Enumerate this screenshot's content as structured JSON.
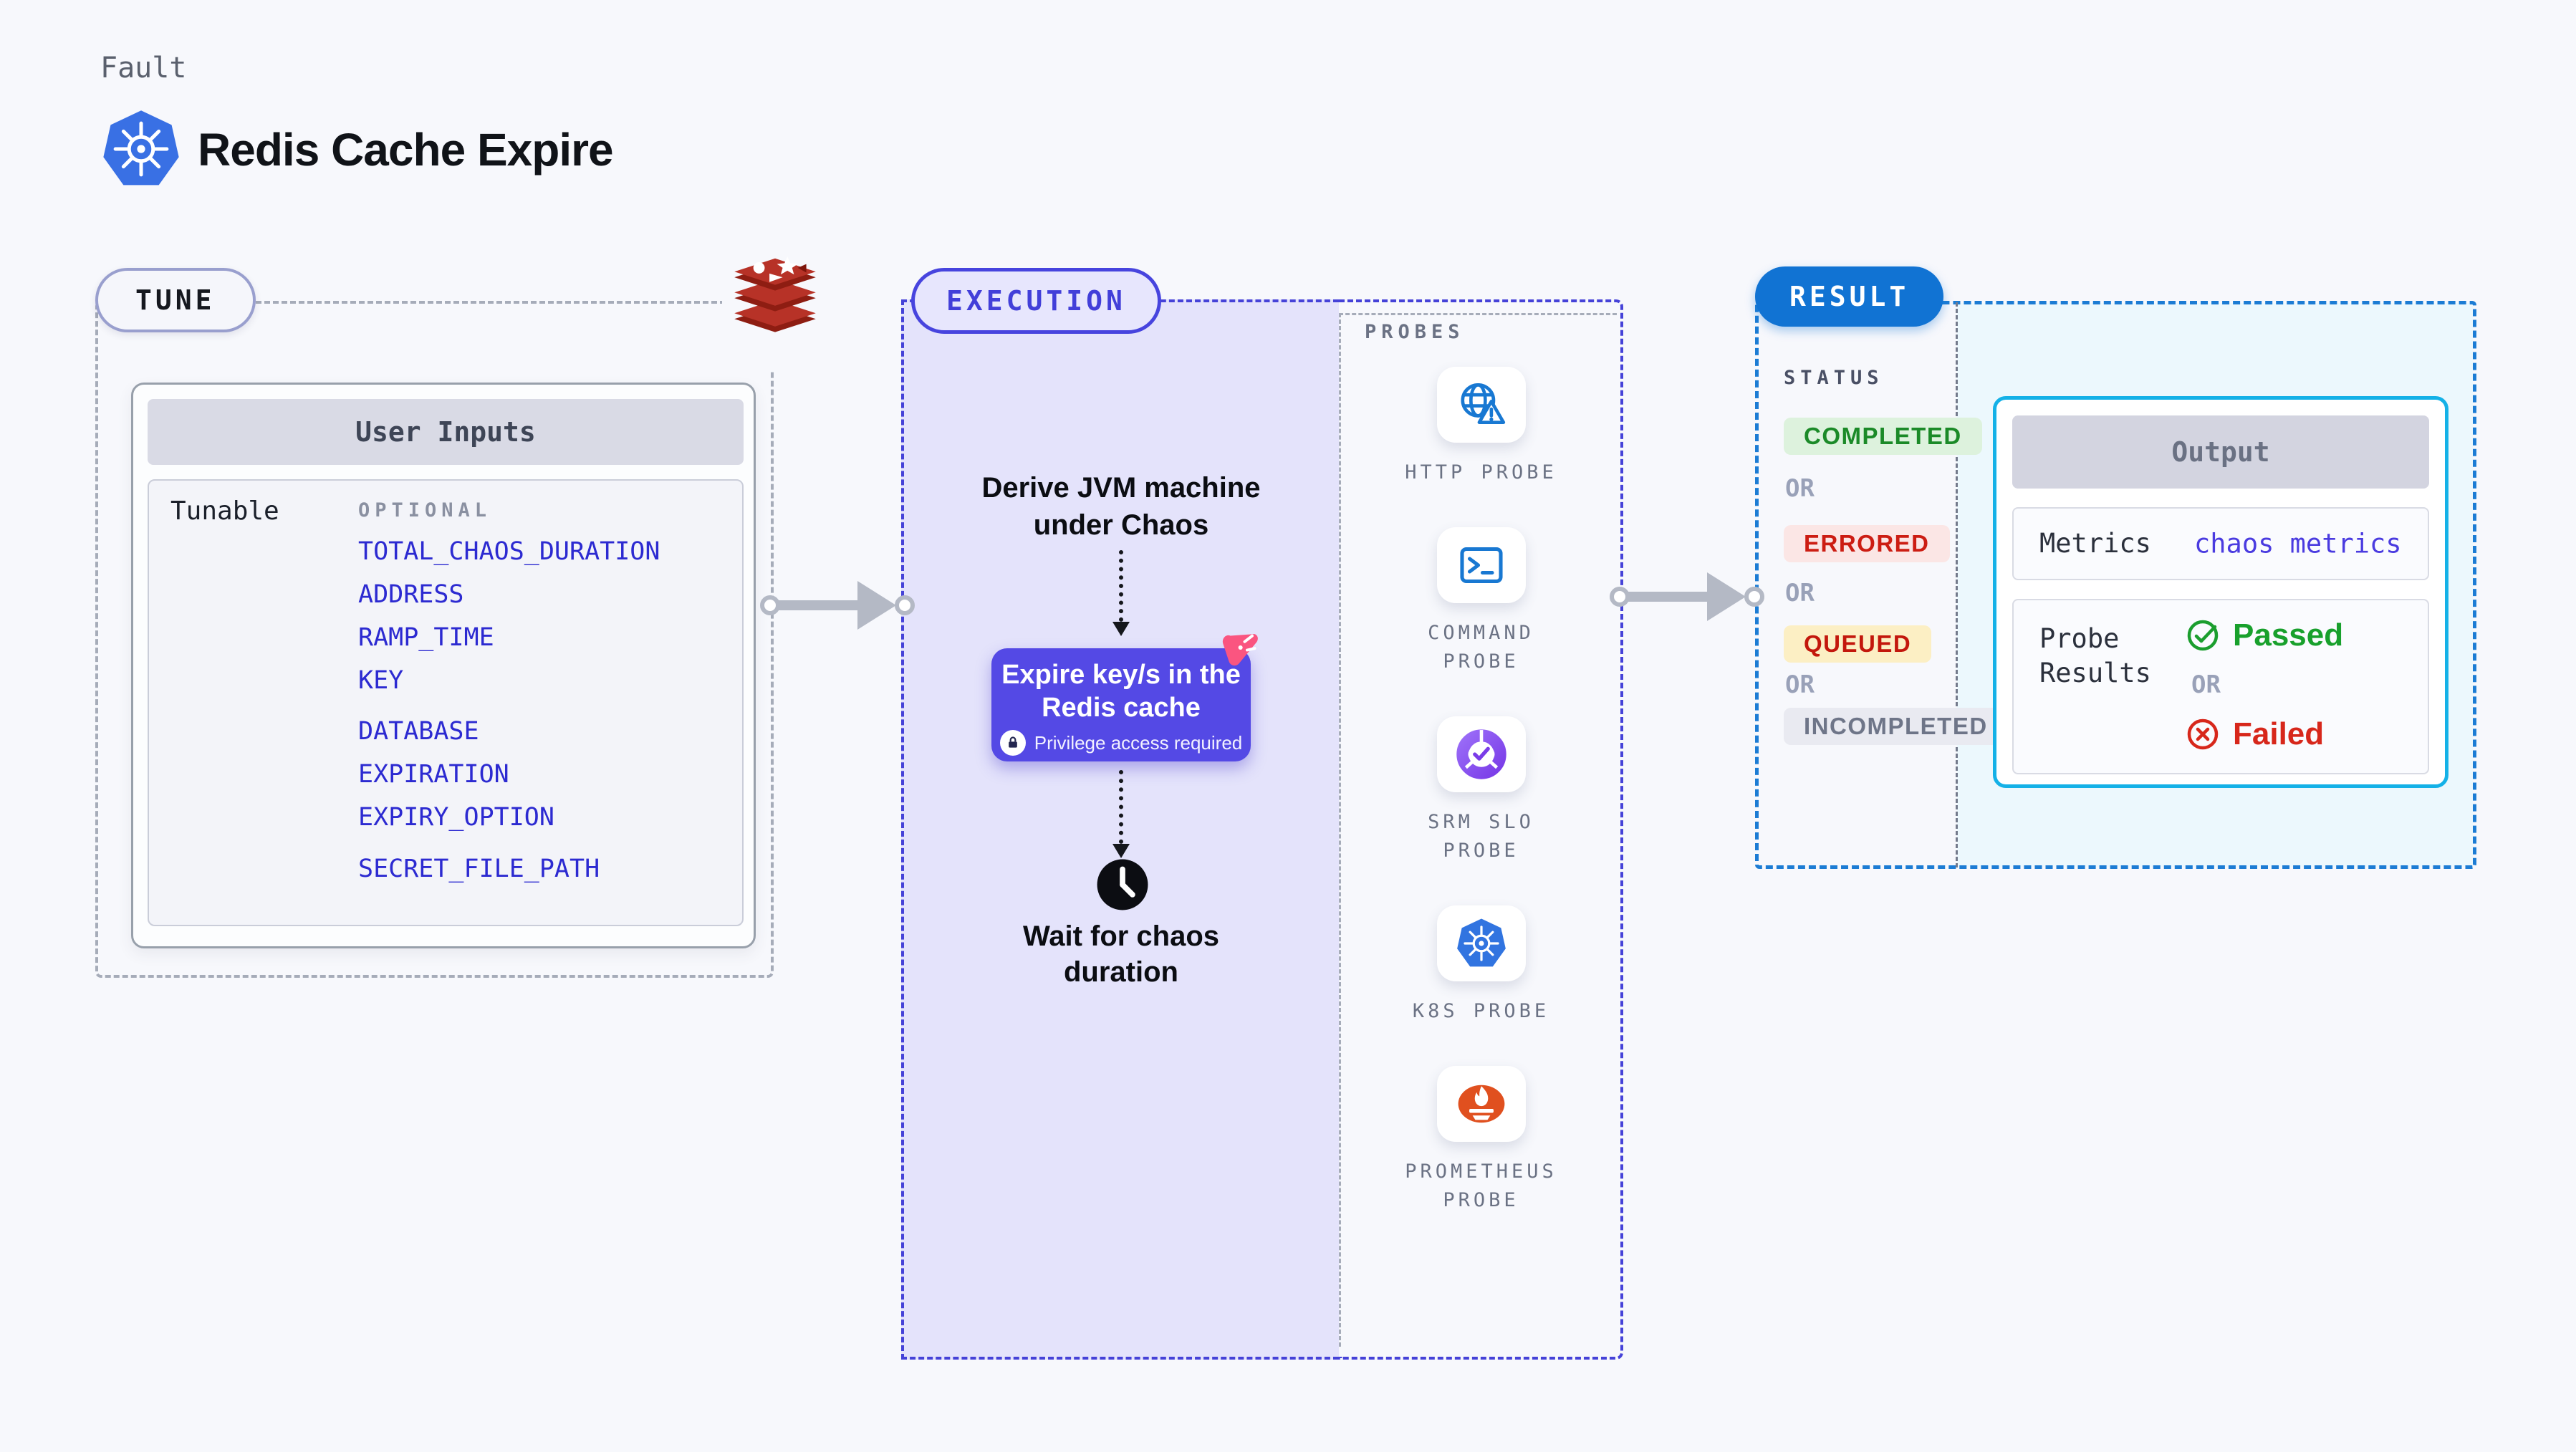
{
  "header": {
    "kicker": "Fault",
    "title": "Redis Cache Expire",
    "app_icon": "kubernetes-icon"
  },
  "tune": {
    "badge": "TUNE",
    "tech_icon": "redis-icon",
    "card": {
      "title": "User Inputs",
      "row_label": "Tunable",
      "group_label": "OPTIONAL",
      "groups": [
        {
          "items": [
            "TOTAL_CHAOS_DURATION",
            "ADDRESS",
            "RAMP_TIME",
            "KEY"
          ]
        },
        {
          "items": [
            "DATABASE",
            "EXPIRATION",
            "EXPIRY_OPTION"
          ]
        },
        {
          "items": [
            "SECRET_FILE_PATH"
          ]
        }
      ],
      "item_color": "#2c2ad1"
    }
  },
  "execution": {
    "badge": "EXECUTION",
    "accent": "#4542d8",
    "panel_bg": "#e4e3fb",
    "steps": {
      "derive": "Derive JVM machine under Chaos",
      "action": "Expire key/s in the Redis cache",
      "action_note": "Privilege access required",
      "action_bg": "#5449e5",
      "wait": "Wait for chaos duration"
    }
  },
  "probes": {
    "label": "PROBES",
    "items": [
      {
        "label": "HTTP PROBE",
        "icon": "http-probe-icon"
      },
      {
        "label": "COMMAND PROBE",
        "icon": "command-probe-icon"
      },
      {
        "label": "SRM SLO PROBE",
        "icon": "srm-slo-probe-icon"
      },
      {
        "label": "K8S PROBE",
        "icon": "k8s-probe-icon"
      },
      {
        "label": "PROMETHEUS PROBE",
        "icon": "prometheus-probe-icon"
      }
    ]
  },
  "result": {
    "badge": "RESULT",
    "accent": "#1173d3",
    "status_label": "STATUS",
    "or_label": "OR",
    "statuses": [
      {
        "label": "COMPLETED",
        "bg": "#ddf2dd",
        "color": "#1b8a28"
      },
      {
        "label": "ERRORED",
        "bg": "#fbe6e5",
        "color": "#cc1d13"
      },
      {
        "label": "QUEUED",
        "bg": "#fcefc4",
        "color": "#c3170c"
      },
      {
        "label": "INCOMPLETED",
        "bg": "#e9eaf1",
        "color": "#6e7588"
      }
    ],
    "output": {
      "title": "Output",
      "metrics_label": "Metrics",
      "metrics_value": "chaos metrics",
      "metrics_value_color": "#4a3be0",
      "probe_results_label": "Probe Results",
      "passed_label": "Passed",
      "passed_color": "#18a02c",
      "failed_label": "Failed",
      "failed_color": "#d7271b"
    }
  }
}
